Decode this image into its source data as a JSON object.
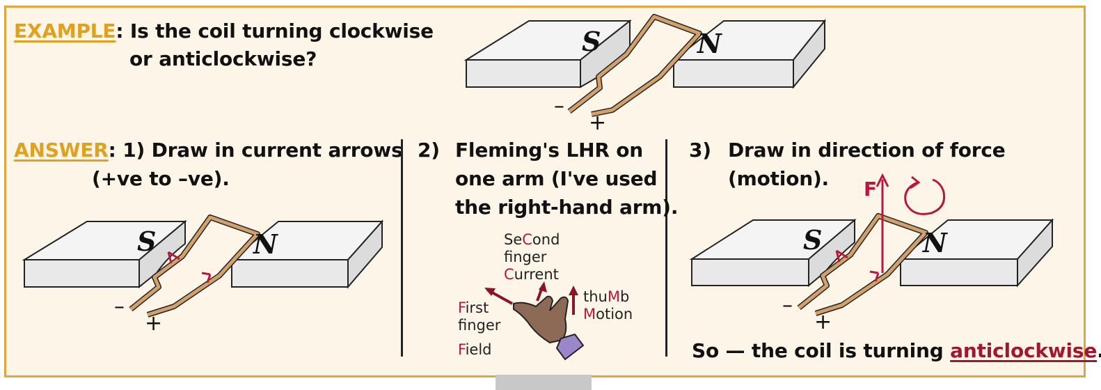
{
  "example": {
    "label": "EXAMPLE",
    "question_line1": ": Is the coil turning clockwise",
    "question_line2": "or anticlockwise?"
  },
  "magnets": {
    "south": "S",
    "north": "N"
  },
  "terminals": {
    "minus": "–",
    "plus": "+"
  },
  "answer": {
    "label": "ANSWER",
    "step1_line1": ": 1)  Draw in current arrows",
    "step1_line2": "(+ve to –ve)."
  },
  "step2": {
    "number": "2)",
    "line1": "Fleming's LHR on",
    "line2": "one arm (I've used",
    "line3": "the right-hand arm)."
  },
  "hand": {
    "second_pre": "Se",
    "second_key": "C",
    "second_post": "ond",
    "finger": "finger",
    "current_key": "C",
    "current_post": "urrent",
    "first_key": "F",
    "first_post": "irst",
    "field_key": "F",
    "field_post": "ield",
    "thumb_pre": "thu",
    "thumb_key": "M",
    "thumb_post": "b",
    "motion_key": "M",
    "motion_post": "otion"
  },
  "step3": {
    "number": "3)",
    "line1": "Draw in direction of force",
    "line2": "(motion).",
    "force_label": "F"
  },
  "conclusion": {
    "prefix": "So — the coil is turning ",
    "answer": "anticlockwise",
    "suffix": "."
  },
  "colors": {
    "accent": "#e0a020",
    "border": "#e0a63b",
    "red": "#b8193b",
    "coil": "#c9955f",
    "panel": "#fdf5e8"
  }
}
